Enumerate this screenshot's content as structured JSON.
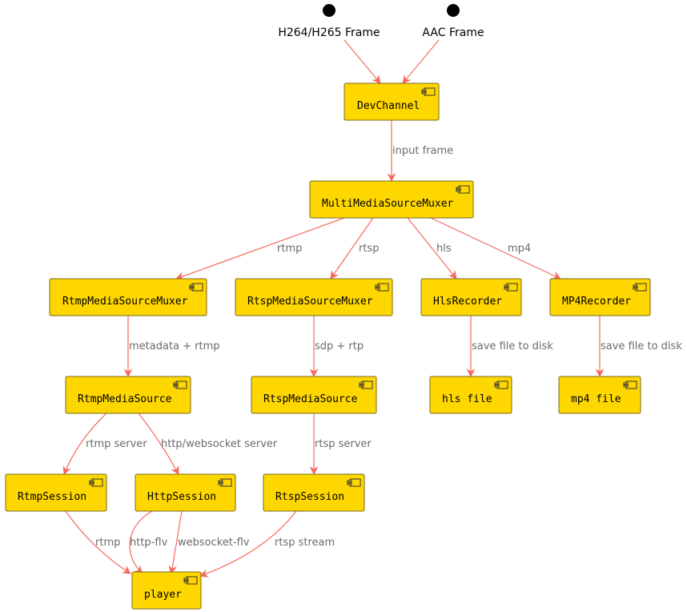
{
  "interfaces": {
    "video": "H264/H265 Frame",
    "audio": "AAC Frame"
  },
  "components": {
    "devchannel": "DevChannel",
    "muxer": "MultiMediaSourceMuxer",
    "rtmp_muxer": "RtmpMediaSourceMuxer",
    "rtsp_muxer": "RtspMediaSourceMuxer",
    "hls_recorder": "HlsRecorder",
    "mp4_recorder": "MP4Recorder",
    "rtmp_source": "RtmpMediaSource",
    "rtsp_source": "RtspMediaSource",
    "hls_file": "hls file",
    "mp4_file": "mp4 file",
    "rtmp_session": "RtmpSession",
    "http_session": "HttpSession",
    "rtsp_session": "RtspSession",
    "player": "player"
  },
  "edges": {
    "input_frame": "input frame",
    "rtmp": "rtmp",
    "rtsp": "rtsp",
    "hls": "hls",
    "mp4": "mp4",
    "metadata_rtmp": "metadata + rtmp",
    "sdp_rtp": "sdp + rtp",
    "save_hls": "save file to disk",
    "save_mp4": "save file to disk",
    "rtmp_server": "rtmp server",
    "http_ws_server": "http/websocket server",
    "rtsp_server": "rtsp server",
    "rtmp_play": "rtmp",
    "http_flv": "http-flv",
    "websocket_flv": "websocket-flv",
    "rtsp_stream": "rtsp stream"
  },
  "colors": {
    "component_fill": "#FFD700",
    "edge": "#F46A5E",
    "edge_label": "#6b6b6b"
  }
}
